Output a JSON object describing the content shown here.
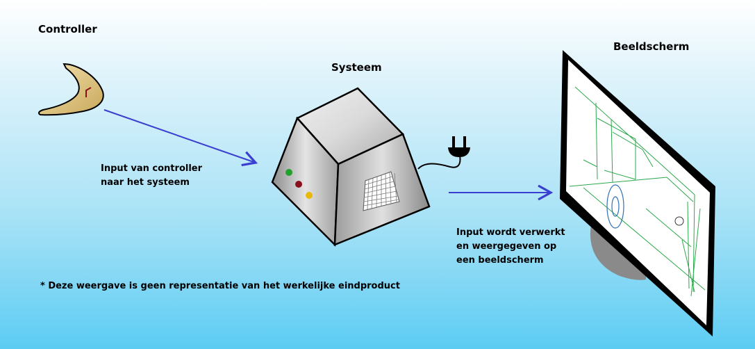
{
  "labels": {
    "controller": "Controller",
    "system": "Systeem",
    "screen": "Beeldscherm"
  },
  "notes": {
    "input_line1": "Input van controller",
    "input_line2": "naar het systeem",
    "processed_line1": "Input wordt verwerkt",
    "processed_line2": "en weergegeven op",
    "processed_line3": "een beeldscherm",
    "disclaimer": "* Deze weergave is geen representatie van het werkelijke eindproduct"
  },
  "colors": {
    "arrow": "#3a3fd0",
    "controller_fill": "#e6cf8f",
    "led_green": "#1fa12b",
    "led_red": "#8a0f1d",
    "led_yellow": "#e8b90b",
    "wireframe": "#2aa84a"
  },
  "icons": {
    "controller": "boomerang-controller-icon",
    "system": "console-box-icon",
    "plug": "power-plug-icon",
    "screen": "monitor-icon"
  }
}
